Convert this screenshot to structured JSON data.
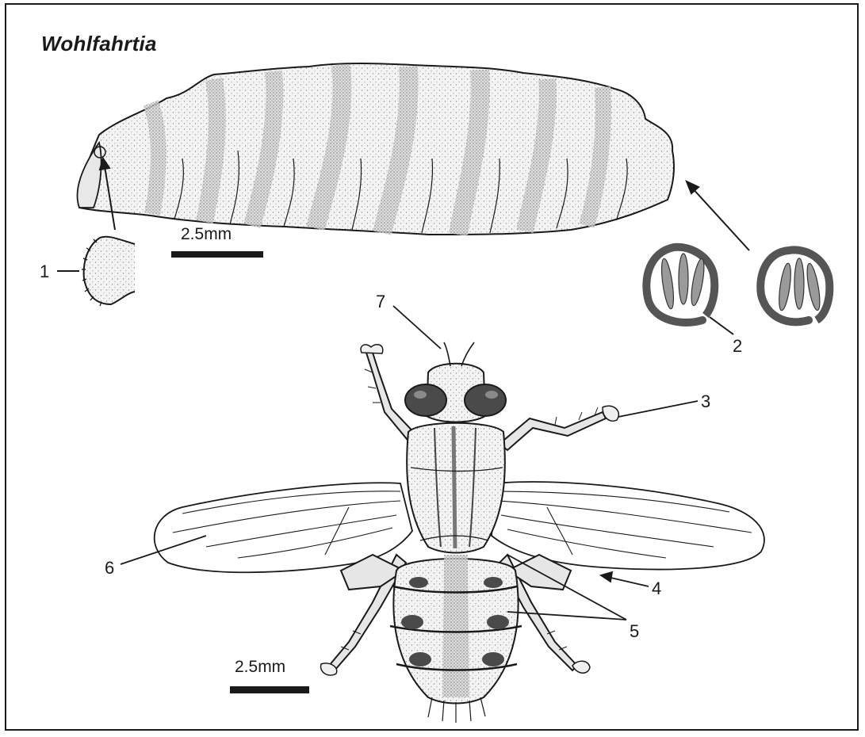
{
  "title": "Wohlfahrtia",
  "scale_bars": [
    {
      "id": "larva-scale",
      "label": "2.5mm"
    },
    {
      "id": "fly-scale",
      "label": "2.5mm"
    }
  ],
  "labels": {
    "n1": "1",
    "n2": "2",
    "n3": "3",
    "n4": "4",
    "n5": "5",
    "n6": "6",
    "n7": "7"
  },
  "colors": {
    "ink": "#1a1a1a",
    "stipple": "#c8c8c8",
    "band": "#a9a9a9",
    "dark_band": "#7a7a7a"
  }
}
